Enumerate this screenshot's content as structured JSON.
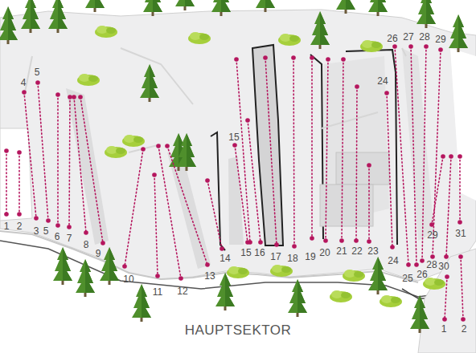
{
  "diagram": {
    "title": "HAUPTSEKTOR",
    "labels": [
      "26",
      "27",
      "28",
      "29",
      "24",
      "5",
      "4",
      "15",
      "1",
      "2",
      "3",
      "5",
      "6",
      "7",
      "8",
      "9",
      "10",
      "11",
      "12",
      "13",
      "14",
      "15",
      "16",
      "17",
      "18",
      "19",
      "20",
      "21",
      "22",
      "23",
      "24",
      "25",
      "26",
      "28",
      "30",
      "29",
      "31",
      "1",
      "2"
    ]
  }
}
